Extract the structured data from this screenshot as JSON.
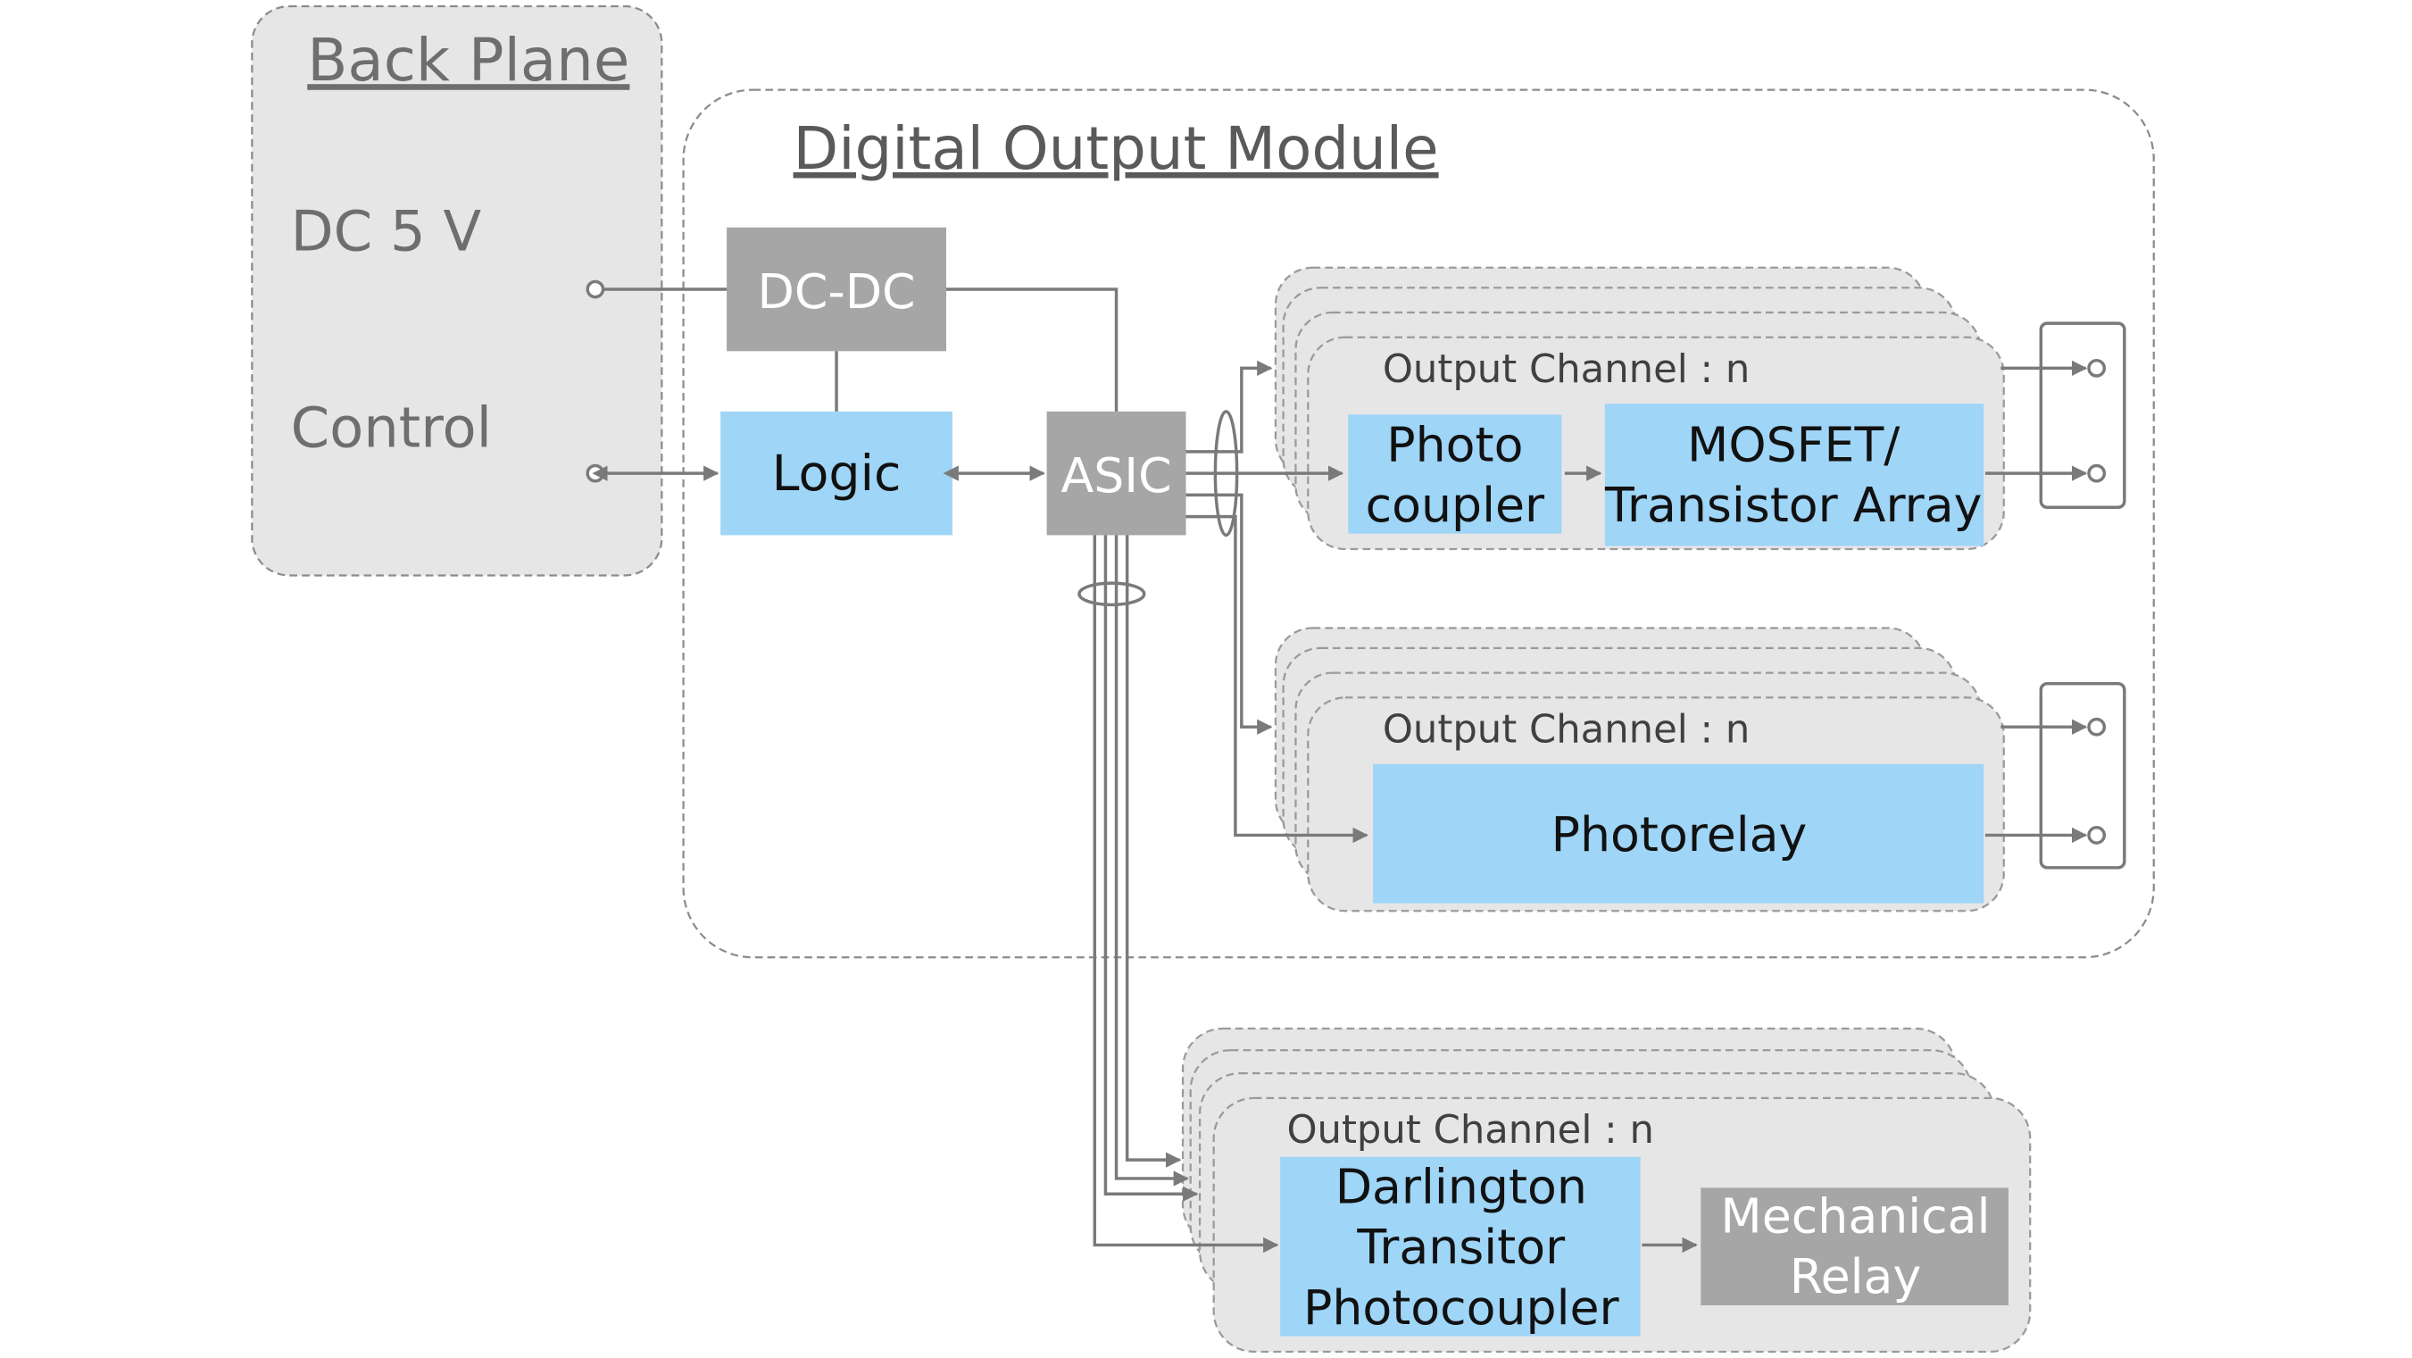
{
  "back_plane": {
    "title": "Back Plane",
    "dc_label": "DC 5 V",
    "control_label": "Control"
  },
  "module": {
    "title": "Digital Output Module",
    "dcdc_label": "DC-DC",
    "logic_label": "Logic",
    "asic_label": "ASIC"
  },
  "channels": {
    "top": {
      "title": "Output Channel : n",
      "block1_line1": "Photo",
      "block1_line2": "coupler",
      "block2_line1": "MOSFET/",
      "block2_line2": "Transistor Array"
    },
    "middle": {
      "title": "Output Channel : n",
      "block1": "Photorelay"
    },
    "bottom": {
      "title": "Output Channel : n",
      "block1_line1": "Darlington",
      "block1_line2": "Transitor",
      "block1_line3": "Photocoupler",
      "block2_line1": "Mechanical",
      "block2_line2": "Relay"
    }
  },
  "colors": {
    "gray_panel": "#e6e6e6",
    "dark_gray_block": "#a6a6a6",
    "blue_block": "#9fd5f7",
    "line": "#7a7a7a",
    "dashed_border": "#8c8c8c"
  }
}
